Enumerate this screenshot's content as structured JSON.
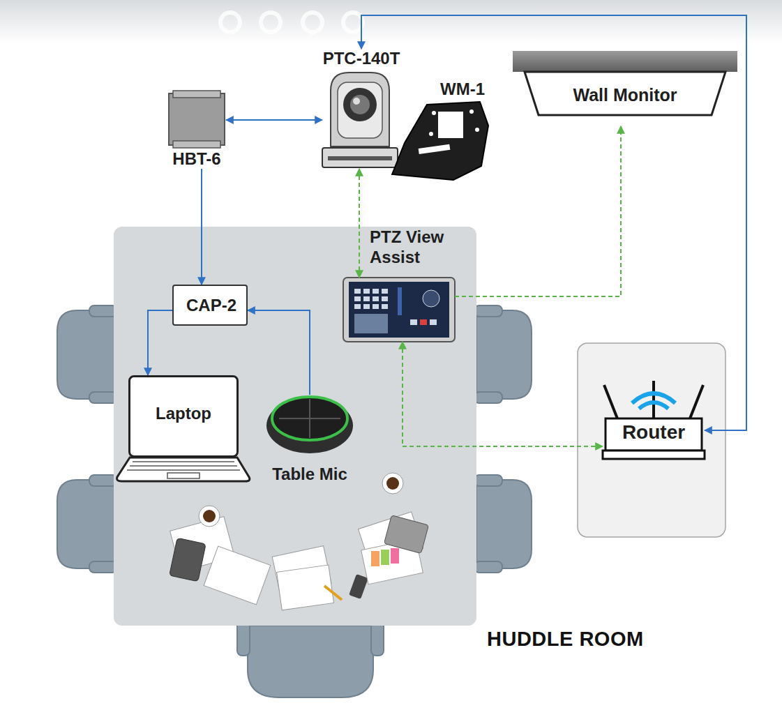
{
  "diagram": {
    "title": "HUDDLE ROOM",
    "nodes": [
      {
        "text": [
          "PTC-140T"
        ]
      },
      {
        "text": [
          "WM-1"
        ]
      },
      {
        "text": [
          "Wall Monitor"
        ]
      },
      {
        "text": [
          "HBT-6"
        ]
      },
      {
        "text": [
          "PTZ View Assist"
        ]
      },
      {
        "text": [
          "CAP-2"
        ]
      },
      {
        "text": [
          "Laptop"
        ]
      },
      {
        "text": [
          "Table Mic"
        ]
      },
      {
        "text": [
          "Router"
        ]
      }
    ],
    "edges": [
      {
        "from": 3,
        "to": 0,
        "arrow": "both"
      },
      {
        "from": 3,
        "to": 5,
        "arrow": "to"
      },
      {
        "from": 5,
        "to": 6,
        "arrow": "to"
      },
      {
        "from": 7,
        "to": 5,
        "arrow": "to"
      },
      {
        "from": 8,
        "to": 0,
        "arrow": "both"
      },
      {
        "from": 0,
        "to": 4,
        "arrow": "both"
      },
      {
        "from": 4,
        "to": 2,
        "arrow": "to"
      },
      {
        "from": 4,
        "to": 8,
        "arrow": "both"
      }
    ]
  }
}
